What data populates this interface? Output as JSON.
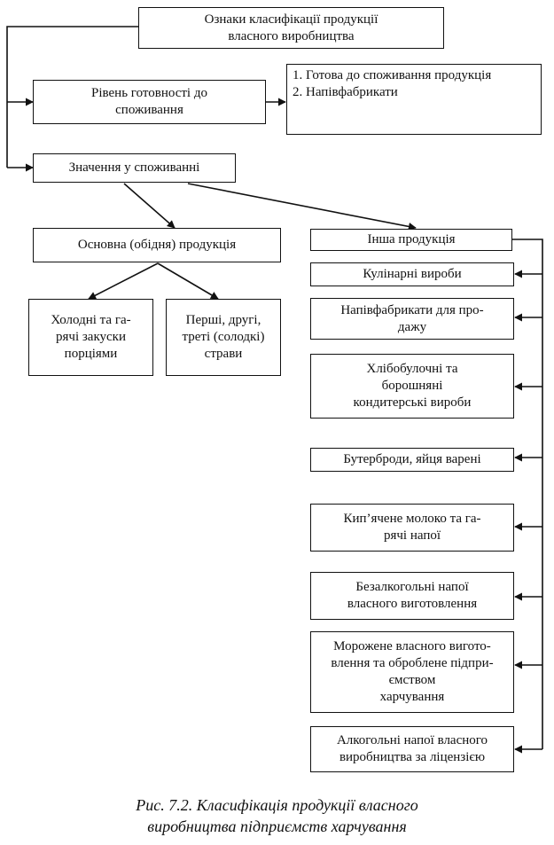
{
  "boxes": {
    "root": [
      "Ознаки класифікації продукції",
      "власного виробництва"
    ],
    "readiness": [
      "Рівень готовності до",
      "споживання"
    ],
    "readiness_types": [
      "1. Готова до споживання продукція",
      "2. Напівфабрикати"
    ],
    "consumption": [
      "Значення у споживанні"
    ],
    "main_products": [
      "Основна (обідня) продукція"
    ],
    "other_products": [
      "Інша продукція"
    ],
    "snacks": [
      "Холодні та га-",
      "рячі закуски",
      "порціями"
    ],
    "courses": [
      "Перші, другі,",
      "треті (солодкі)",
      "страви"
    ],
    "culinary": [
      "Кулінарні вироби"
    ],
    "semi_sale": [
      "Напівфабрикати для про-",
      "дажу"
    ],
    "bakery": [
      "Хлібобулочні та",
      "борошняні",
      "кондитерські вироби"
    ],
    "sandwiches": [
      "Бутерброди, яйця варені"
    ],
    "milk": [
      "Кип’ячене молоко та га-",
      "рячі напої"
    ],
    "softdrinks": [
      "Безалкогольні напої",
      "власного виготовлення"
    ],
    "icecream": [
      "Морожене власного вигото-",
      "влення та оброблене підпри-",
      "ємством",
      "харчування"
    ],
    "alcohol": [
      "Алкогольні напої власного",
      "виробництва за ліцензією"
    ]
  },
  "caption": [
    "Рис. 7.2. Класифікація продукції власного",
    "виробництва підприємств харчування"
  ]
}
